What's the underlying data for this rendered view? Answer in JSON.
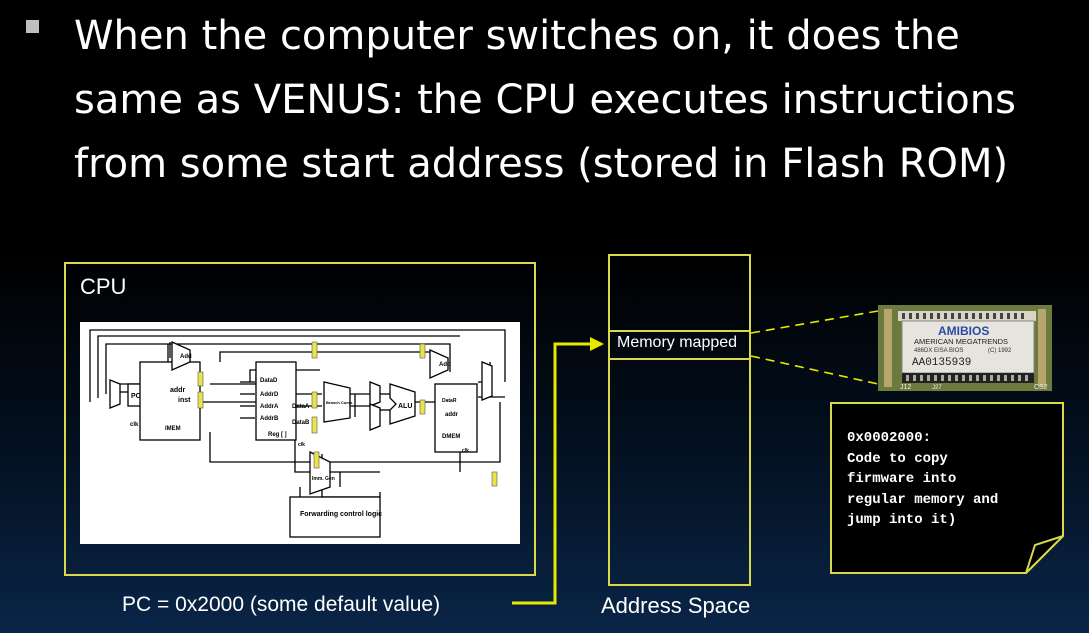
{
  "slide": {
    "headline": "When the computer switches on, it does the same as VENUS: the CPU executes instructions from some start address (stored in Flash ROM)"
  },
  "cpu": {
    "label": "CPU",
    "schematic": {
      "labels": {
        "pc": "PC",
        "clk1": "clk",
        "addr": "addr",
        "inst": "inst",
        "imem": "IMEM",
        "add1": "Add",
        "add2": "Add",
        "datad": "DataD",
        "addrd": "AddrD",
        "addra": "AddrA",
        "addrb": "AddrB",
        "dataa": "DataA",
        "datab": "DataB",
        "reg": "Reg [ ]",
        "clk2": "clk",
        "branch": "Branch Comp.",
        "alu": "ALU",
        "dmem_data": "DataR",
        "dmem_addr": "addr",
        "dmem": "DMEM",
        "clk3": "clk",
        "imm": "Imm. Gen",
        "forwarding": "Forwarding control logic"
      }
    }
  },
  "pc_label": "PC = 0x2000 (some default value)",
  "address_space": {
    "label": "Address Space",
    "memory_mapped": "Memory mapped"
  },
  "chip": {
    "brand": "AMIBIOS",
    "line1": "AMERICAN MEGATRENDS",
    "line2": "486DX EISA BIOS",
    "line3": "(C) 1992",
    "serial": "AA0135939",
    "pin_labels": [
      "J12",
      "J27",
      "CS2"
    ]
  },
  "note": {
    "text": "0x0002000:\nCode to copy\nfirmware into\nregular memory and\njump into it)"
  },
  "colors": {
    "accent_yellow": "#d9d94a",
    "arrow_yellow": "#e8e800",
    "chip_green": "#6d7a3e",
    "note_bg": "#000000"
  }
}
